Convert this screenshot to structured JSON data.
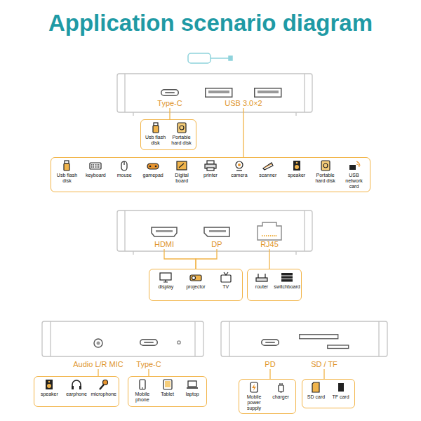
{
  "diagram": {
    "title": "Application scenario diagram",
    "nodes": [
      {
        "text": [
          "Type-C"
        ]
      },
      {
        "text": [
          "USB 3.0×2"
        ]
      },
      {
        "text": [
          "Usb flash disk",
          "Portable hard disk"
        ]
      },
      {
        "text": [
          "Usb flash disk",
          "keyboard",
          "mouse",
          "gamepad",
          "Digital board",
          "printer",
          "camera",
          "scanner",
          "speaker",
          "Portable hard disk",
          "USB network card"
        ]
      },
      {
        "text": [
          "HDMI"
        ]
      },
      {
        "text": [
          "DP"
        ]
      },
      {
        "text": [
          "RJ45"
        ]
      },
      {
        "text": [
          "display",
          "projector",
          "TV"
        ]
      },
      {
        "text": [
          "router",
          "switchboard"
        ]
      },
      {
        "text": [
          "Audio L/R MIC"
        ]
      },
      {
        "text": [
          "Type-C"
        ]
      },
      {
        "text": [
          "PD"
        ]
      },
      {
        "text": [
          "SD / TF"
        ]
      },
      {
        "text": [
          "speaker",
          "earphone",
          "microphone"
        ]
      },
      {
        "text": [
          "Mobile phone",
          "Tablet",
          "laptop"
        ]
      },
      {
        "text": [
          "Mobile power supply",
          "charger"
        ]
      },
      {
        "text": [
          "SD card",
          "TF card"
        ]
      }
    ],
    "edges": [
      {
        "from": 0,
        "to": 2,
        "arrow": "none"
      },
      {
        "from": 1,
        "to": 3,
        "arrow": "none"
      },
      {
        "from": 4,
        "to": 7,
        "arrow": "none"
      },
      {
        "from": 5,
        "to": 7,
        "arrow": "none"
      },
      {
        "from": 6,
        "to": 8,
        "arrow": "none"
      },
      {
        "from": 9,
        "to": 13,
        "arrow": "none"
      },
      {
        "from": 10,
        "to": 14,
        "arrow": "none"
      },
      {
        "from": 11,
        "to": 15,
        "arrow": "none"
      },
      {
        "from": 12,
        "to": 16,
        "arrow": "none"
      }
    ]
  }
}
